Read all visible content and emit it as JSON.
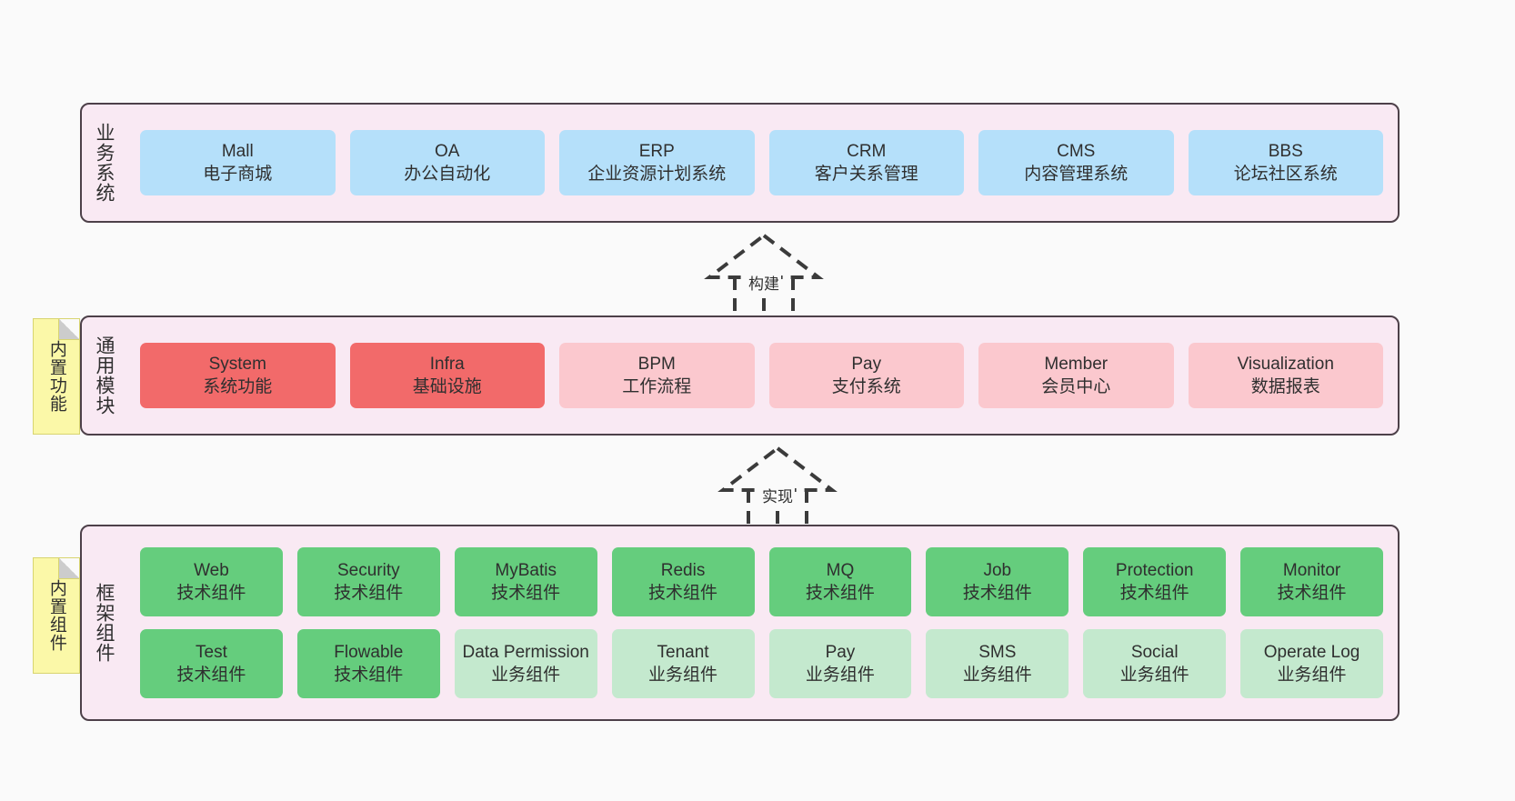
{
  "diagram": {
    "title": "",
    "background_color": "#fafafa",
    "panel_background": "#f9e9f3",
    "panel_border": "#4d4049"
  },
  "notes": [
    {
      "id": "builtin-function",
      "label": "内置功能",
      "color": "#fbf8a8"
    },
    {
      "id": "builtin-component",
      "label": "内置组件",
      "color": "#fbf8a8"
    }
  ],
  "connectors": [
    {
      "id": "build",
      "label": "构建",
      "style": "dashed-generalization"
    },
    {
      "id": "impl",
      "label": "实现",
      "style": "dashed-generalization"
    }
  ],
  "layers": [
    {
      "id": "business",
      "title": "业务系统",
      "rows": [
        {
          "cells": [
            {
              "en": "Mall",
              "cn": "电子商城",
              "color": "#b5e0fa"
            },
            {
              "en": "OA",
              "cn": "办公自动化",
              "color": "#b5e0fa"
            },
            {
              "en": "ERP",
              "cn": "企业资源计划系统",
              "color": "#b5e0fa"
            },
            {
              "en": "CRM",
              "cn": "客户关系管理",
              "color": "#b5e0fa"
            },
            {
              "en": "CMS",
              "cn": "内容管理系统",
              "color": "#b5e0fa"
            },
            {
              "en": "BBS",
              "cn": "论坛社区系统",
              "color": "#b5e0fa"
            }
          ]
        }
      ]
    },
    {
      "id": "modules",
      "title": "通用模块",
      "rows": [
        {
          "cells": [
            {
              "en": "System",
              "cn": "系统功能",
              "color": "#f26a6a"
            },
            {
              "en": "Infra",
              "cn": "基础设施",
              "color": "#f26a6a"
            },
            {
              "en": "BPM",
              "cn": "工作流程",
              "color": "#fbc8ce"
            },
            {
              "en": "Pay",
              "cn": "支付系统",
              "color": "#fbc8ce"
            },
            {
              "en": "Member",
              "cn": "会员中心",
              "color": "#fbc8ce"
            },
            {
              "en": "Visualization",
              "cn": "数据报表",
              "color": "#fbc8ce"
            }
          ]
        }
      ]
    },
    {
      "id": "framework",
      "title": "框架组件",
      "rows": [
        {
          "cells": [
            {
              "en": "Web",
              "cn": "技术组件",
              "color": "#65cd7d"
            },
            {
              "en": "Security",
              "cn": "技术组件",
              "color": "#65cd7d"
            },
            {
              "en": "MyBatis",
              "cn": "技术组件",
              "color": "#65cd7d"
            },
            {
              "en": "Redis",
              "cn": "技术组件",
              "color": "#65cd7d"
            },
            {
              "en": "MQ",
              "cn": "技术组件",
              "color": "#65cd7d"
            },
            {
              "en": "Job",
              "cn": "技术组件",
              "color": "#65cd7d"
            },
            {
              "en": "Protection",
              "cn": "技术组件",
              "color": "#65cd7d"
            },
            {
              "en": "Monitor",
              "cn": "技术组件",
              "color": "#65cd7d"
            }
          ]
        },
        {
          "cells": [
            {
              "en": "Test",
              "cn": "技术组件",
              "color": "#65cd7d"
            },
            {
              "en": "Flowable",
              "cn": "技术组件",
              "color": "#65cd7d"
            },
            {
              "en": "Data Permission",
              "cn": "业务组件",
              "color": "#c4e9ce"
            },
            {
              "en": "Tenant",
              "cn": "业务组件",
              "color": "#c4e9ce"
            },
            {
              "en": "Pay",
              "cn": "业务组件",
              "color": "#c4e9ce"
            },
            {
              "en": "SMS",
              "cn": "业务组件",
              "color": "#c4e9ce"
            },
            {
              "en": "Social",
              "cn": "业务组件",
              "color": "#c4e9ce"
            },
            {
              "en": "Operate Log",
              "cn": "业务组件",
              "color": "#c4e9ce"
            }
          ]
        }
      ]
    }
  ]
}
